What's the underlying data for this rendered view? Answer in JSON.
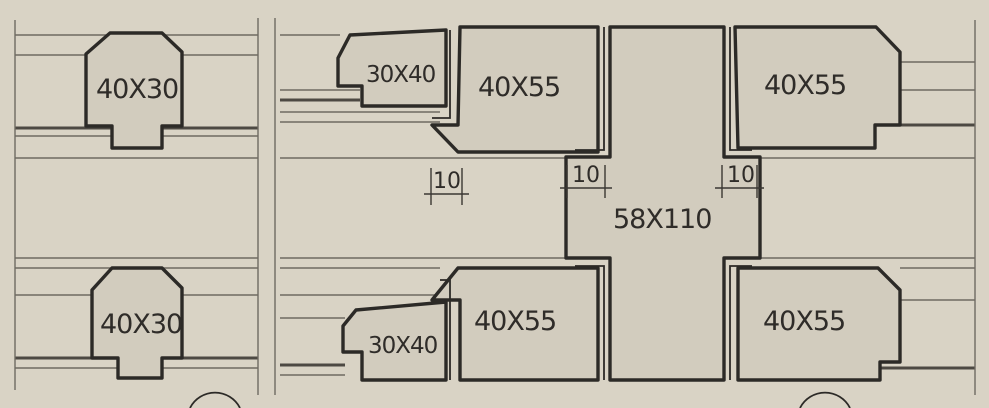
{
  "sections": {
    "col_top_left": "40X30",
    "col_bottom_left": "40X30",
    "beam_top_small": "30X40",
    "beam_bottom_small": "30X40",
    "beam_top_mid": "40X55",
    "beam_top_right": "40X55",
    "beam_bottom_mid": "40X55",
    "beam_bottom_right": "40X55",
    "center_column": "58X110"
  },
  "dimensions": {
    "gap_left": "10",
    "gap_center_left": "10",
    "gap_center_right": "10"
  },
  "colors": {
    "paper": "#d9d3c5",
    "ink": "#2c2a27"
  }
}
